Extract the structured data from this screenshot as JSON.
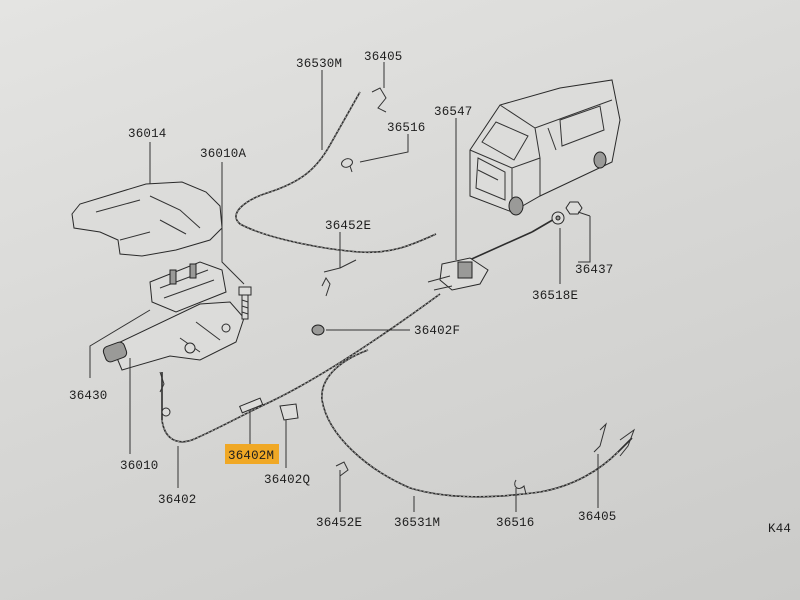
{
  "diagram": {
    "labels": {
      "p36530M": "36530M",
      "p36405_top": "36405",
      "p36516_top": "36516",
      "p36547": "36547",
      "p36014": "36014",
      "p36010A": "36010A",
      "p36452E_top": "36452E",
      "p36437": "36437",
      "p36518E": "36518E",
      "p36402F": "36402F",
      "p36430": "36430",
      "p36010": "36010",
      "p36402M": "36402M",
      "p36402Q": "36402Q",
      "p36402": "36402",
      "p36452E_bottom": "36452E",
      "p36531M": "36531M",
      "p36516_bottom": "36516",
      "p36405_bottom": "36405",
      "page_code": "K44"
    },
    "highlight_color": "#f0a825"
  }
}
